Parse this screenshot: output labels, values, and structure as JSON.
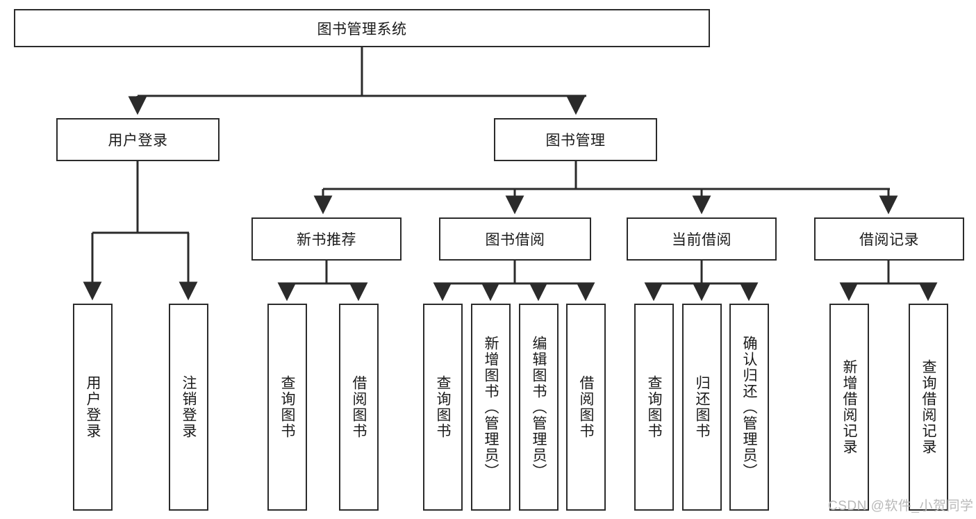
{
  "diagram": {
    "type": "tree-flowchart",
    "title": "图书管理系统",
    "watermark": "CSDN @软件_小贺同学",
    "colors": {
      "box_border": "#2b2b2b",
      "box_fill": "#ffffff",
      "text": "#1a1a1a",
      "connector": "#2b2b2b",
      "watermark": "#b9b9b9"
    },
    "nodes": {
      "root": "图书管理系统",
      "level2": [
        "用户登录",
        "图书管理"
      ],
      "level3": [
        "新书推荐",
        "图书借阅",
        "当前借阅",
        "借阅记录"
      ],
      "leaves": {
        "user_login": [
          "用户登录",
          "注销登录"
        ],
        "new_book_recommend": [
          "查询图书",
          "借阅图书"
        ],
        "book_borrow": [
          "查询图书",
          "新增图书（管理员）",
          "编辑图书（管理员）",
          "借阅图书"
        ],
        "current_borrow": [
          "查询图书",
          "归还图书",
          "确认归还（管理员）"
        ],
        "borrow_record": [
          "新增借阅记录",
          "查询借阅记录"
        ]
      }
    }
  }
}
